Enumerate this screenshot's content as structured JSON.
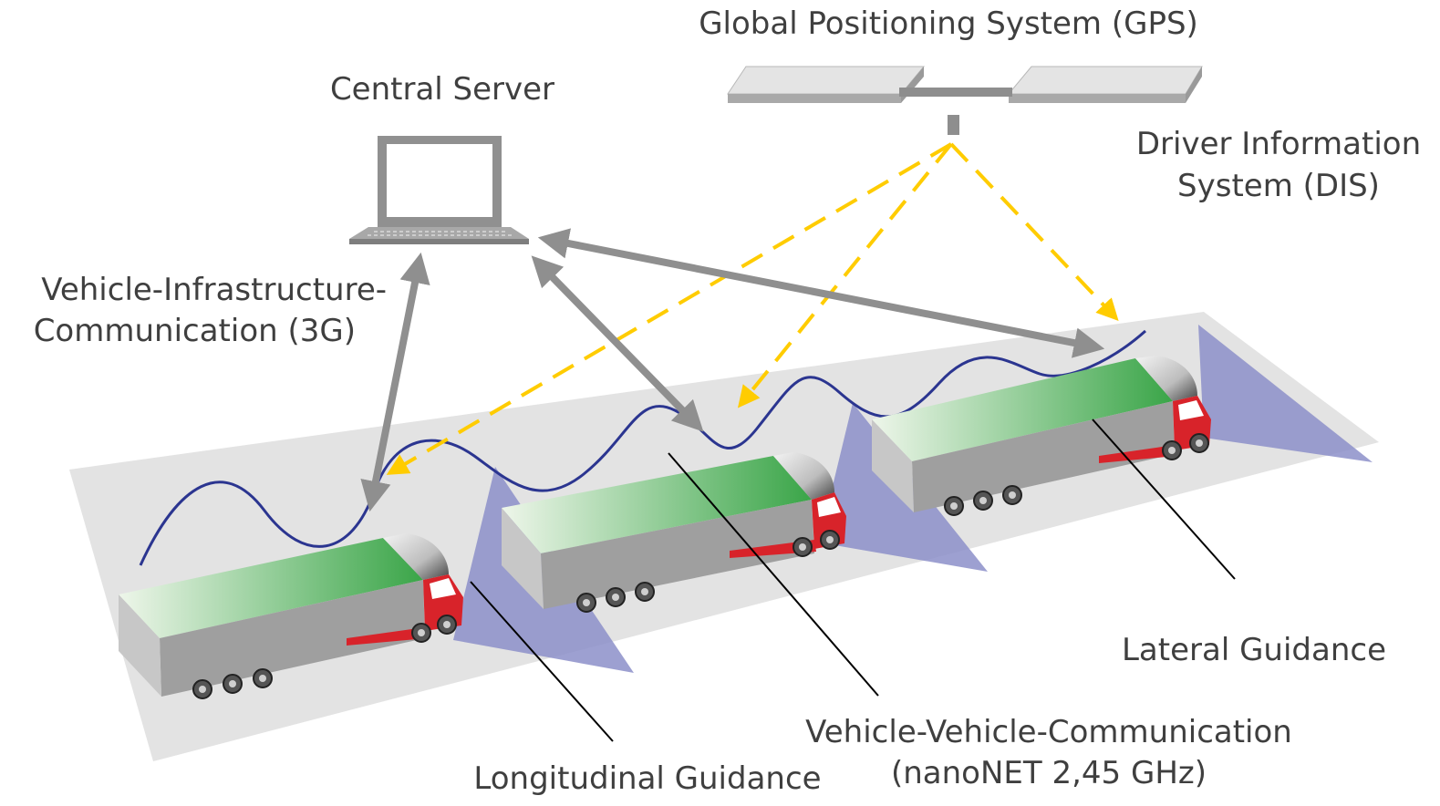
{
  "labels": {
    "gps": "Global Positioning System (GPS)",
    "server": "Central Server",
    "dis_line1": "Driver Information",
    "dis_line2": "System (DIS)",
    "v2i_line1": "Vehicle-Infrastructure-",
    "v2i_line2": "Communication (3G)",
    "lateral": "Lateral Guidance",
    "v2v_line1": "Vehicle-Vehicle-Communication",
    "v2v_line2": "(nanoNET 2,45 GHz)",
    "longitudinal": "Longitudinal Guidance"
  },
  "colors": {
    "road": "#e3e3e3",
    "truck_cargo_top_light": "#eef6ea",
    "truck_cargo_top_dark": "#3aa548",
    "truck_cargo_side": "#9f9f9f",
    "truck_cab": "#d8232a",
    "sensor_cone": "#8c8fc9",
    "radio_wave": "#2b3590",
    "gps_signal": "#ffcc00",
    "comm_arrow": "#8f8f8f",
    "label_text": "#3f3f3f"
  },
  "icons": [
    "satellite-icon",
    "laptop-icon",
    "truck-icon"
  ]
}
